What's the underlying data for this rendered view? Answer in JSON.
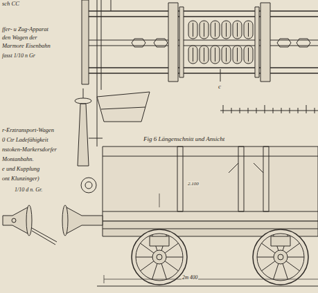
{
  "diagram": {
    "labels": [
      "sch CC",
      "ffer- u Zug-Apparat",
      "den Wagen der",
      "Marmore Eisenbahn",
      "fasst 1/10 n Gr",
      "r-Erztransport-Wagen",
      "0 Ctr Ladefähigkeit",
      "nstoken-Markersdorfer",
      "Montanbahn.",
      "e und Kupplung",
      "ont Klunzinger)",
      "1/10 d n. Gr.",
      "Fig 6 Längenschnitt und Ansicht",
      "c",
      "2.100",
      "2m 400"
    ]
  }
}
